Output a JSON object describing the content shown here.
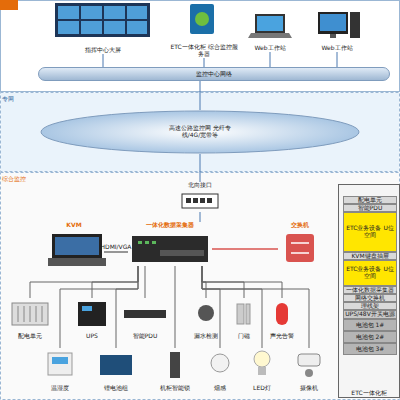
{
  "diagram": {
    "nodes": [
      {
        "text": [
          "指挥中心大屏"
        ]
      },
      {
        "text": [
          "ETC一体化柜 综合监控服务器"
        ]
      },
      {
        "text": [
          "Web工作站"
        ]
      },
      {
        "text": [
          "Web工作站"
        ]
      },
      {
        "text": [
          "监控中心网络"
        ]
      },
      {
        "text": [
          "高速公路监控网 光纤专线/4G/宽带等"
        ]
      },
      {
        "text": [
          "北向接口"
        ]
      },
      {
        "text": [
          "KVM"
        ]
      },
      {
        "text": [
          "一体化数据采集器"
        ]
      },
      {
        "text": [
          "交换机"
        ]
      },
      {
        "text": [
          "配电单元"
        ]
      },
      {
        "text": [
          "UPS"
        ]
      },
      {
        "text": [
          "智能PDU"
        ]
      },
      {
        "text": [
          "漏水检测"
        ]
      },
      {
        "text": [
          "门磁"
        ]
      },
      {
        "text": [
          "声光告警"
        ]
      },
      {
        "text": [
          "温湿度"
        ]
      },
      {
        "text": [
          "锂电池组"
        ]
      },
      {
        "text": [
          "机柜智能锁"
        ]
      },
      {
        "text": [
          "烟感"
        ]
      },
      {
        "text": [
          "LED灯"
        ]
      },
      {
        "text": [
          "摄像机"
        ]
      },
      {
        "text": [
          "ETC一体化柜"
        ]
      },
      {
        "text": [
          "配电单元"
        ],
        "in": 22
      },
      {
        "text": [
          "智能PDU"
        ],
        "in": 22
      },
      {
        "text": [
          "ETC业务设备 U位空间"
        ],
        "in": 22
      },
      {
        "text": [
          "KVM键盘抽屉"
        ],
        "in": 22
      },
      {
        "text": [
          "ETC业务设备 U位空间"
        ],
        "in": 22
      },
      {
        "text": [
          "一体化数据采集器"
        ],
        "in": 22
      },
      {
        "text": [
          "网络交换机"
        ],
        "in": 22
      },
      {
        "text": [
          "理线架"
        ],
        "in": 22
      },
      {
        "text": [
          "UPS/48V开关电源"
        ],
        "in": 22
      },
      {
        "text": [
          "电池包 1#"
        ],
        "in": 22
      },
      {
        "text": [
          "电池包 2#"
        ],
        "in": 22
      },
      {
        "text": [
          "电池包 3#"
        ],
        "in": 22
      }
    ],
    "edges": [
      {
        "from": 0,
        "to": 4,
        "arrow": "none"
      },
      {
        "from": 1,
        "to": 4,
        "arrow": "none"
      },
      {
        "from": 2,
        "to": 4,
        "arrow": "none"
      },
      {
        "from": 3,
        "to": 4,
        "arrow": "none"
      },
      {
        "from": 4,
        "to": 5,
        "arrow": "none"
      },
      {
        "from": 5,
        "to": 6,
        "arrow": "none"
      },
      {
        "from": 6,
        "to": 8,
        "arrow": "none"
      },
      {
        "from": 7,
        "to": 8,
        "label": "HDMI/VGA",
        "arrow": "none"
      },
      {
        "from": 8,
        "to": 9,
        "arrow": "none"
      },
      {
        "from": 8,
        "to": 10,
        "arrow": "none"
      },
      {
        "from": 8,
        "to": 11,
        "arrow": "none"
      },
      {
        "from": 8,
        "to": 12,
        "arrow": "none"
      },
      {
        "from": 8,
        "to": 13,
        "arrow": "none"
      },
      {
        "from": 8,
        "to": 14,
        "arrow": "none"
      },
      {
        "from": 8,
        "to": 15,
        "arrow": "none"
      },
      {
        "from": 8,
        "to": 16,
        "arrow": "none"
      },
      {
        "from": 8,
        "to": 17,
        "arrow": "none"
      },
      {
        "from": 8,
        "to": 18,
        "arrow": "none"
      },
      {
        "from": 8,
        "to": 19,
        "arrow": "none"
      },
      {
        "from": 8,
        "to": 20,
        "arrow": "none"
      },
      {
        "from": 8,
        "to": 21,
        "arrow": "none"
      }
    ],
    "labels": [
      "专网",
      "综合监控"
    ]
  }
}
